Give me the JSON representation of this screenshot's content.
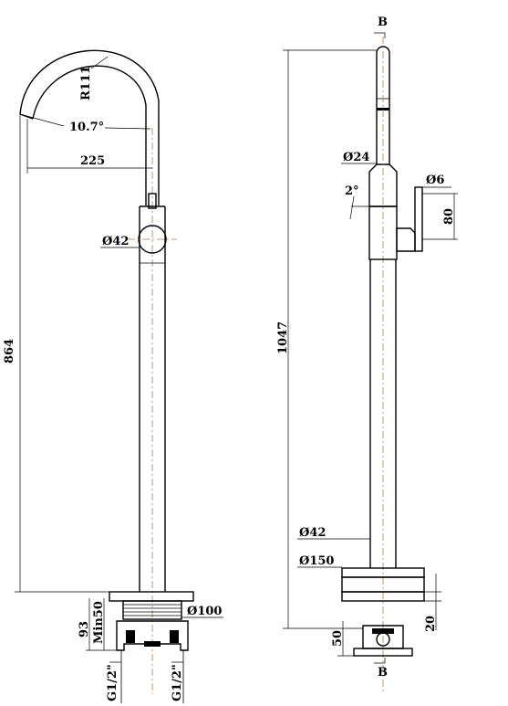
{
  "labels": {
    "radius": "R111",
    "angle": "10.7°",
    "reach": "225",
    "body_diameter_front": "Ø42",
    "height_front": "864",
    "base_diameter": "Ø100",
    "depth": "93",
    "min": "Min50",
    "thread_left": "G1/2\"",
    "thread_right": "G1/2\"",
    "section_top": "B",
    "section_bottom": "B",
    "spout_diameter": "Ø24",
    "handle_angle": "2°",
    "handle_diameter": "Ø6",
    "handle_height": "80",
    "total_height": "1047",
    "body_diameter_side": "Ø42",
    "flange_diameter": "Ø150",
    "flange_thickness": "20",
    "base_depth": "50"
  }
}
